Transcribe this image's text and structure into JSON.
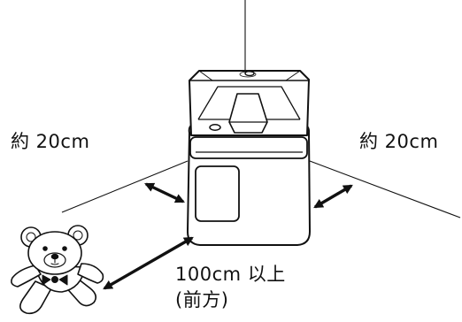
{
  "labels": {
    "left_clearance": "約 20cm",
    "right_clearance": "約 20cm",
    "front_clearance": "100cm 以上",
    "front_direction": "(前方)"
  },
  "colors": {
    "ink": "#111111",
    "device_fill": "#ffffff"
  },
  "icons": {
    "toy": "teddy-bear-icon",
    "arrow": "double-headed-arrow-icon"
  }
}
